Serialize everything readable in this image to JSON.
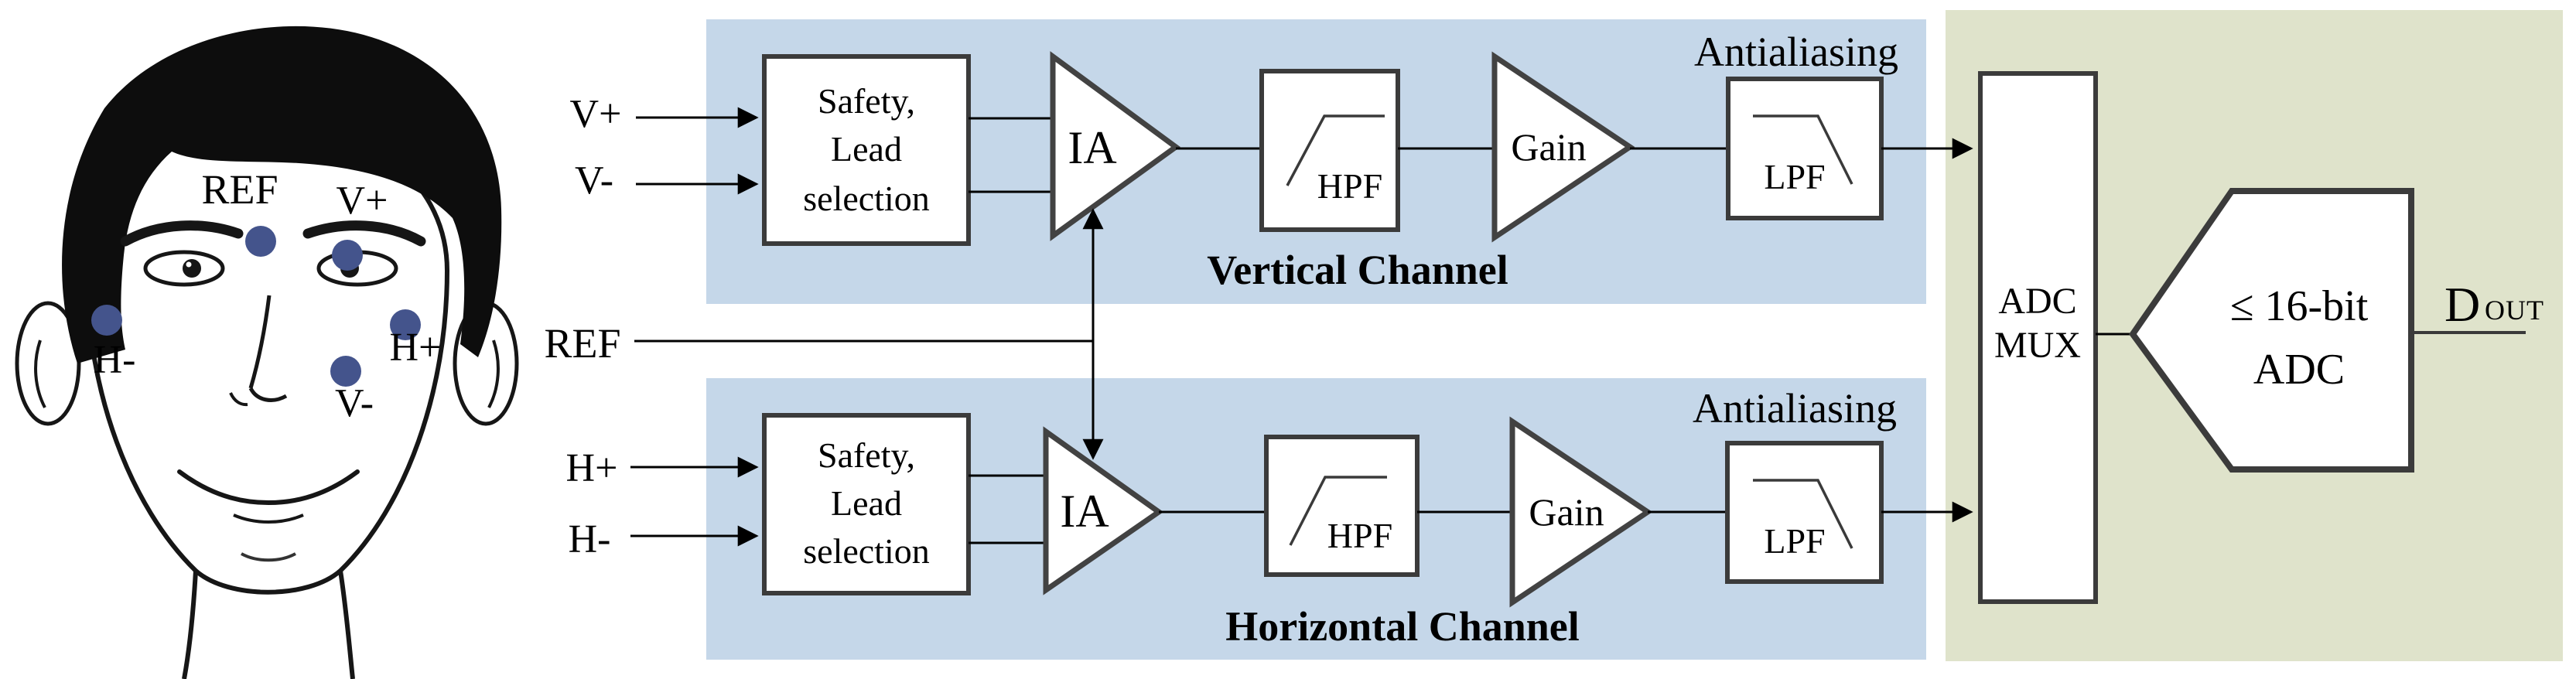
{
  "face": {
    "labels": {
      "ref": "REF",
      "v_plus": "V+",
      "h_minus": "H-",
      "h_plus": "H+",
      "v_minus": "V-"
    }
  },
  "inputs": {
    "ref": "REF",
    "v_plus": "V+",
    "v_minus": "V-",
    "h_plus": "H+",
    "h_minus": "H-"
  },
  "channels": [
    {
      "name": "Vertical Channel",
      "safety": [
        "Safety,",
        "Lead",
        "selection"
      ],
      "ia": "IA",
      "hpf": "HPF",
      "gain": "Gain",
      "lpf": "LPF",
      "antialiasing": "Antialiasing"
    },
    {
      "name": "Horizontal Channel",
      "safety": [
        "Safety,",
        "Lead",
        "selection"
      ],
      "ia": "IA",
      "hpf": "HPF",
      "gain": "Gain",
      "lpf": "LPF",
      "antialiasing": "Antialiasing"
    }
  ],
  "adc": {
    "mux": [
      "ADC",
      "MUX"
    ],
    "converter": [
      "≤ 16-bit",
      "ADC"
    ],
    "dout": "D",
    "dout_subscript": "OUT"
  },
  "colors": {
    "channel_background": "#c5d7e9",
    "adc_background": "#dfe3cb",
    "electrode_dot": "#44548c",
    "shape_outline": "#3b3b3b",
    "wire": "#000000"
  }
}
